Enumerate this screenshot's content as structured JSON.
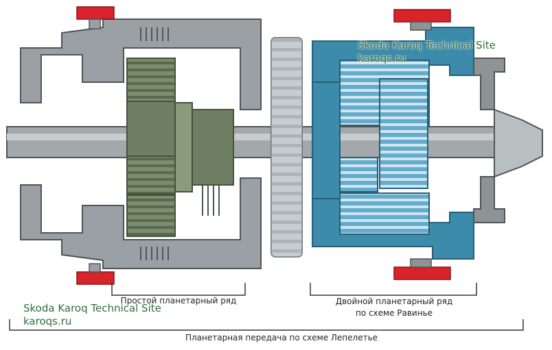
{
  "watermark": {
    "line1": "Skoda Karoq Technical Site",
    "line2": "karoqs.ru"
  },
  "captions": {
    "simple_set": "Простой планетарный ряд",
    "ravigneaux_line1": "Двойной планетарный ряд",
    "ravigneaux_line2": "по схеме Равинье",
    "lepelletier": "Планетарная передача по схеме Лепелетье"
  },
  "colors": {
    "housing": "#8e9396",
    "housing_dark": "#5b6064",
    "shaft": "#a3a8ab",
    "simple_set": "#6e7f63",
    "ravigneaux": "#3d8bab",
    "ravigneaux_gear": "#5fa3c4",
    "piston": "#d8232a",
    "transfer_gear": "#b6bfc4"
  }
}
